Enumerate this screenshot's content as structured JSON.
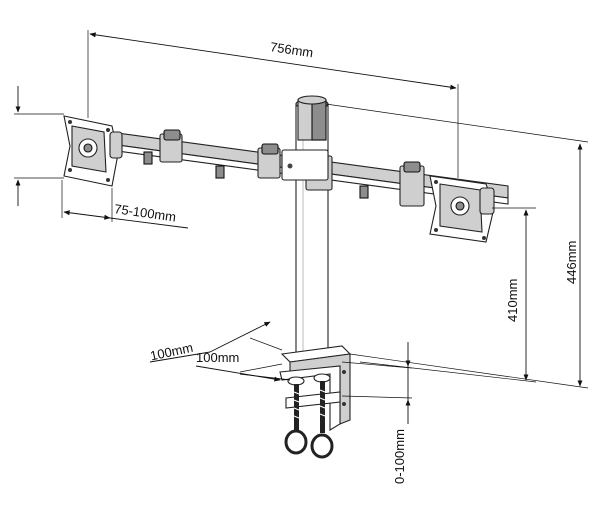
{
  "dimensions": {
    "overall_width": "756mm",
    "vesa": "75-100mm",
    "arm_height": "410mm",
    "overall_height": "446mm",
    "clamp_width": "100mm",
    "clamp_depth": "100mm",
    "clamp_range": "0-100mm"
  },
  "colors": {
    "line": "#111111",
    "metal_light": "#cfcfcf",
    "metal_dark": "#8d8d8d"
  },
  "icons": {
    "dimension_arrow": "arrowhead"
  }
}
